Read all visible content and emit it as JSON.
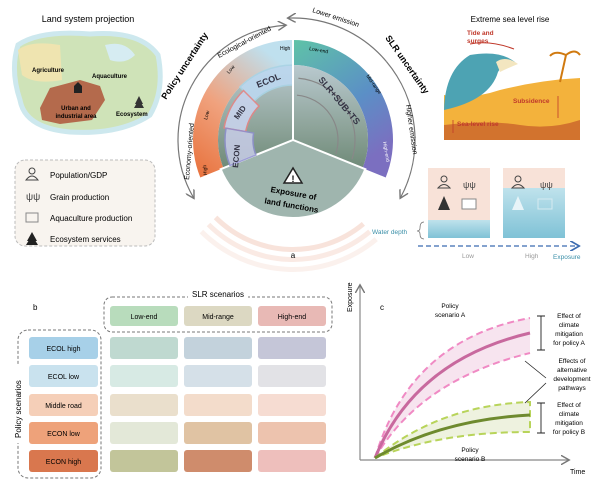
{
  "panel_a": {
    "label": "a",
    "land": {
      "title": "Land system projection",
      "areas": [
        "Agriculture",
        "Aquaculture",
        "Urban and",
        "industrial area",
        "Ecosystem"
      ]
    },
    "legend": [
      "Population/GDP",
      "Grain production",
      "Aquaculture production",
      "Ecosystem services"
    ],
    "policy_arc": {
      "title": "Policy uncertainty",
      "top": "Ecological-oriented",
      "bottom": "Economy-oriented"
    },
    "slr_arc": {
      "title": "SLR uncertainty",
      "top": "Lower emission",
      "bottom": "Higher emission"
    },
    "policy_ring": {
      "high_top": "High",
      "low_top": "Low",
      "low_bottom": "Low",
      "high_bottom": "High"
    },
    "policy_inner": [
      "ECOL",
      "MID",
      "ECON"
    ],
    "slr_ring": [
      "Low-end",
      "Mid-range",
      "High-end"
    ],
    "slr_inner": "SLR+SUB+TS",
    "exposure": [
      "Exposure of",
      "land functions"
    ],
    "sea": {
      "title": "Extreme sea level rise",
      "tide": [
        "Tide and",
        "surges"
      ],
      "subsidence": "Subsidence",
      "slr": "Sea-level rise"
    },
    "water_depth": "Water depth",
    "exposure_axis": {
      "low": "Low",
      "high": "High",
      "label": "Exposure"
    },
    "colors": {
      "economy": "#e8703a",
      "ecology": "#a9d4e6",
      "slr_low": "#5fc3a7",
      "slr_high": "#7b6fc0",
      "alert": "#c0392b"
    }
  },
  "panel_b": {
    "label": "b",
    "slr_title": "SLR scenarios",
    "policy_title": "Policy scenarios",
    "columns": [
      {
        "label": "Low-end",
        "color": "#b8dcbc"
      },
      {
        "label": "Mid-range",
        "color": "#dcd8c2"
      },
      {
        "label": "High-end",
        "color": "#e8b9b5"
      }
    ],
    "rows": [
      {
        "label": "ECOL high",
        "color": "#a7d0e8",
        "cells": [
          "#bfd9d0",
          "#c3d2dc",
          "#c5c6d8"
        ]
      },
      {
        "label": "ECOL low",
        "color": "#c9e2ee",
        "cells": [
          "#d7eae4",
          "#d5e0e8",
          "#e2e2e6"
        ]
      },
      {
        "label": "Middle road",
        "color": "#f5cfb8",
        "cells": [
          "#eadfcc",
          "#f3dccb",
          "#f6dcd2"
        ]
      },
      {
        "label": "ECON low",
        "color": "#eea27a",
        "cells": [
          "#e3e8d8",
          "#e0c3a3",
          "#edc3ae"
        ]
      },
      {
        "label": "ECON high",
        "color": "#d9774e",
        "cells": [
          "#c2c59a",
          "#cf8c6c",
          "#eebfbc"
        ]
      }
    ]
  },
  "panel_c": {
    "label": "c",
    "ylabel": "Exposure",
    "xlabel": "Time",
    "scenario_a": [
      "Policy",
      "scenario A"
    ],
    "scenario_b": [
      "Policy",
      "scenario B"
    ],
    "effect_a": [
      "Effect of",
      "climate",
      "mitigation",
      "for policy A"
    ],
    "effect_alt": [
      "Effects of",
      "alternative",
      "development",
      "pathways"
    ],
    "effect_b": [
      "Effect of",
      "climate",
      "mitigation",
      "for policy B"
    ],
    "colors": {
      "a": "#c8699e",
      "a_band": "#f08ac4",
      "b": "#6e8a2e",
      "b_band": "#b8d45a"
    }
  }
}
